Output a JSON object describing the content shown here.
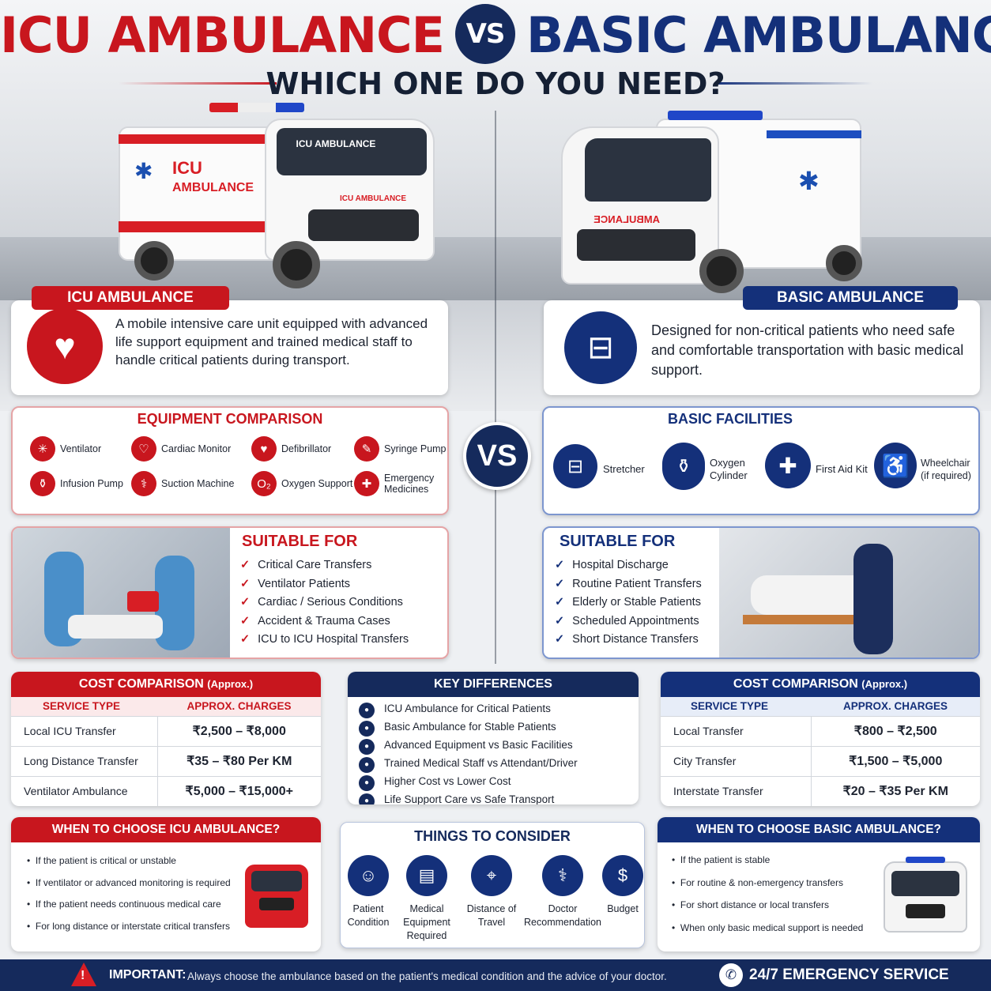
{
  "header": {
    "left": "ICU AMBULANCE",
    "vs": "VS",
    "right": "BASIC AMBULANCE",
    "subtitle": "WHICH ONE DO YOU NEED?"
  },
  "icu": {
    "tag": "ICU AMBULANCE",
    "van_text": "ICU AMBULANCE",
    "van_side1": "ICU",
    "van_side2": "AMBULANCE",
    "desc": "A mobile intensive care unit equipped with advanced life support equipment and trained medical staff to handle critical patients during transport."
  },
  "basic": {
    "tag": "BASIC AMBULANCE",
    "van_text": "AMBULANCE",
    "desc": "Designed for non-critical patients who need safe and comfortable transportation with basic medical support."
  },
  "equipment": {
    "title": "EQUIPMENT COMPARISON",
    "items": [
      "Ventilator",
      "Cardiac Monitor",
      "Defibrillator",
      "Syringe Pump",
      "Infusion Pump",
      "Suction Machine",
      "Oxygen Support",
      "Emergency Medicines"
    ]
  },
  "center_vs": "VS",
  "facilities": {
    "title": "BASIC FACILITIES",
    "items": [
      "Stretcher",
      "Oxygen Cylinder",
      "First Aid Kit",
      "Wheelchair (if required)"
    ]
  },
  "icu_suitable": {
    "title": "SUITABLE FOR",
    "items": [
      "Critical Care Transfers",
      "Ventilator Patients",
      "Cardiac / Serious Conditions",
      "Accident & Trauma Cases",
      "ICU to ICU Hospital Transfers"
    ]
  },
  "basic_suitable": {
    "title": "SUITABLE FOR",
    "items": [
      "Hospital Discharge",
      "Routine Patient Transfers",
      "Elderly or Stable Patients",
      "Scheduled Appointments",
      "Short Distance Transfers"
    ]
  },
  "icu_cost": {
    "title": "COST COMPARISON",
    "approx": "(Approx.)",
    "col1": "SERVICE TYPE",
    "col2": "APPROX. CHARGES",
    "rows": [
      [
        "Local ICU Transfer",
        "₹2,500 – ₹8,000"
      ],
      [
        "Long Distance Transfer",
        "₹35 – ₹80 Per KM"
      ],
      [
        "Ventilator Ambulance",
        "₹5,000 – ₹15,000+"
      ]
    ]
  },
  "basic_cost": {
    "title": "COST COMPARISON",
    "approx": "(Approx.)",
    "col1": "SERVICE TYPE",
    "col2": "APPROX. CHARGES",
    "rows": [
      [
        "Local Transfer",
        "₹800 – ₹2,500"
      ],
      [
        "City Transfer",
        "₹1,500 – ₹5,000"
      ],
      [
        "Interstate Transfer",
        "₹20 – ₹35 Per KM"
      ]
    ]
  },
  "key_diff": {
    "title": "KEY DIFFERENCES",
    "items": [
      "ICU Ambulance for Critical Patients",
      "Basic Ambulance for Stable Patients",
      "Advanced Equipment vs Basic Facilities",
      "Trained Medical Staff vs Attendant/Driver",
      "Higher Cost vs Lower Cost",
      "Life Support Care vs Safe Transport"
    ]
  },
  "icu_when": {
    "title": "WHEN TO CHOOSE ICU AMBULANCE?",
    "items": [
      "If the patient is critical or unstable",
      "If ventilator or advanced monitoring is required",
      "If the patient needs continuous medical care",
      "For long distance or interstate critical transfers"
    ]
  },
  "things": {
    "title": "THINGS TO CONSIDER",
    "items": [
      "Patient Condition",
      "Medical Equipment Required",
      "Distance of Travel",
      "Doctor Recommendation",
      "Budget"
    ]
  },
  "basic_when": {
    "title": "WHEN TO CHOOSE BASIC AMBULANCE?",
    "items": [
      "If the patient is stable",
      "For routine & non-emergency transfers",
      "For short distance or local transfers",
      "When only basic medical support is needed"
    ]
  },
  "footer": {
    "important": "IMPORTANT:",
    "note": "Always choose the ambulance based on the patient's medical condition and the advice of your doctor.",
    "service": "24/7 EMERGENCY SERVICE"
  },
  "colors": {
    "red": "#c8161e",
    "blue": "#14307a",
    "navy": "#152a5c"
  }
}
